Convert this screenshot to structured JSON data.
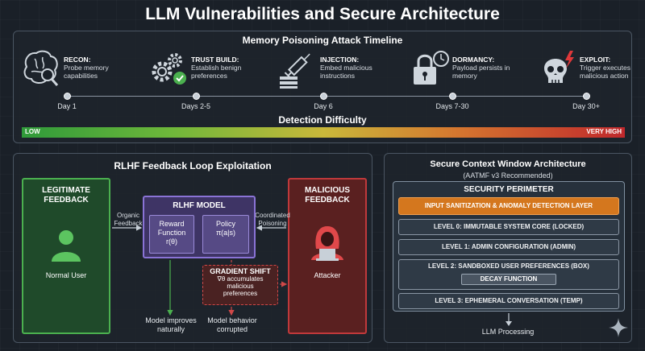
{
  "title": "LLM Vulnerabilities and Secure Architecture",
  "timeline": {
    "title": "Memory Poisoning Attack Timeline",
    "stages": [
      {
        "head": "RECON:",
        "desc": "Probe memory capabilities",
        "icon": "brain-magnifier-icon",
        "day": "Day 1"
      },
      {
        "head": "TRUST BUILD:",
        "desc": "Establish benign preferences",
        "icon": "gears-check-icon",
        "day": "Days 2-5"
      },
      {
        "head": "INJECTION:",
        "desc": "Embed malicious instructions",
        "icon": "syringe-server-icon",
        "day": "Day 6"
      },
      {
        "head": "DORMANCY:",
        "desc": "Payload persists in memory",
        "icon": "lock-clock-icon",
        "day": "Days 7-30"
      },
      {
        "head": "EXPLOIT:",
        "desc": "Trigger executes malicious action",
        "icon": "skull-lightning-icon",
        "day": "Day 30+"
      }
    ],
    "difficulty": {
      "title": "Detection Difficulty",
      "low": "LOW",
      "high": "VERY HIGH"
    }
  },
  "rlhf": {
    "title": "RLHF Feedback Loop Exploitation",
    "legit": {
      "title_1": "LEGITIMATE",
      "title_2": "FEEDBACK",
      "user": "Normal User"
    },
    "malicious": {
      "title_1": "MALICIOUS",
      "title_2": "FEEDBACK",
      "user": "Attacker"
    },
    "model": {
      "title": "RLHF MODEL",
      "reward_1": "Reward",
      "reward_2": "Function",
      "reward_3": "r(θ)",
      "policy_1": "Policy",
      "policy_2": "π(a|s)"
    },
    "organic_1": "Organic",
    "organic_2": "Feedback",
    "coordinated_1": "Coordinated",
    "coordinated_2": "Poisoning",
    "gradient": {
      "title": "GRADIENT SHIFT",
      "l1": "∇θ accumulates",
      "l2": "malicious",
      "l3": "preferences"
    },
    "improves_1": "Model improves",
    "improves_2": "naturally",
    "corrupted_1": "Model behavior",
    "corrupted_2": "corrupted"
  },
  "secure": {
    "title": "Secure Context Window Architecture",
    "subtitle": "(AATMF v3 Recommended)",
    "perimeter": "SECURITY PERIMETER",
    "layers": [
      "INPUT SANITIZATION & ANOMALY DETECTION LAYER",
      "LEVEL 0: IMMUTABLE SYSTEM CORE (LOCKED)",
      "LEVEL 1: ADMIN CONFIGURATION (ADMIN)",
      "LEVEL 2: SANDBOXED USER PREFERENCES (BOX)",
      "LEVEL 3: EPHEMERAL CONVERSATION (TEMP)"
    ],
    "decay": "DECAY FUNCTION",
    "output": "LLM Processing"
  },
  "colors": {
    "green": "#4bb04f",
    "red": "#c0393b",
    "purple": "#8a73d6",
    "orange": "#d4771e"
  }
}
